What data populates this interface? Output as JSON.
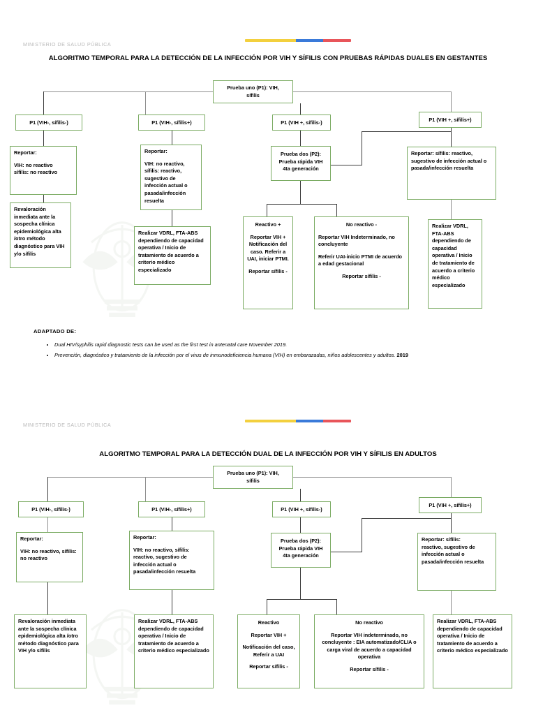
{
  "document": {
    "ministry_label": "MINISTERIO DE SALUD PÚBLICA",
    "flag_colors": {
      "yellow": "#f3d03e",
      "blue": "#3a7ad9",
      "red": "#e8555a"
    },
    "box_border_color": "#7aab62",
    "connector_color": "#3b3b3b"
  },
  "algorithm_1": {
    "title": "ALGORITMO TEMPORAL PARA LA DETECCIÓN  DE LA INFECCIÓN POR VIH Y SÍFILIS  CON PRUEBAS RÁPIDAS DUALES EN GESTANTES",
    "root": {
      "line1": "Prueba uno (P1): VIH,",
      "line2": "sífilis"
    },
    "branch_a": {
      "result": "P1 (VIH-, sífilis-)",
      "report_head": "Reportar:",
      "report_line1": "VIH: no reactivo",
      "report_line2": "sífilis: no reactivo",
      "action": "Revaloración inmediata ante la sospecha clínica epidemiológica alta /otro método diagnóstico para VIH y/o sífilis"
    },
    "branch_b": {
      "result": "P1 (VIH-, sífilis+)",
      "report_head": "Reportar:",
      "report_body": "VIH: no reactivo, sífilis: reactivo, sugestivo de infección actual o pasada/infección resuelta",
      "action": "Realizar VDRL, FTA-ABS dependiendo de capacidad operativa / Inicio de tratamiento de acuerdo a criterio médico especializado"
    },
    "branch_c": {
      "result": "P1 (VIH +, sífilis-)",
      "test2_line1": "Prueba dos (P2):",
      "test2_line2": "Prueba rápida VIH",
      "test2_line3": "4ta generación",
      "reactive": {
        "title": "Reactivo +",
        "body1": "Reportar  VIH + Notificación del caso. Referir a UAI, iniciar PTMI.",
        "body2": "Reportar sífilis -"
      },
      "nonreactive": {
        "title": "No reactivo -",
        "body1": "Reportar VIH Indeterminado, no concluyente",
        "body2": "Referir UAI-inicio PTMI de acuerdo a edad gestacional",
        "body3": "Reportar sífilis -"
      }
    },
    "branch_d": {
      "result": "P1 (VIH +, sífilis+)",
      "report": "Reportar: sífilis: reactivo, sugestivo de infección actual o pasada/infección resuelta",
      "action": "Realizar VDRL, FTA-ABS dependiendo de capacidad operativa / Inicio de tratamiento de acuerdo a criterio médico especializado"
    }
  },
  "sources": {
    "heading": "ADAPTADO DE:",
    "items": [
      "Dual HIV/syphilis rapid diagnostic tests can be used as the first test in antenatal care November 2019.",
      "Prevención, diagnóstico y tratamiento de la infección por el virus de inmunodeficiencia humana (VIH) en embarazadas, niños adolescentes y adultos. "
    ],
    "item2_year": "2019"
  },
  "algorithm_2": {
    "title": "ALGORITMO TEMPORAL PARA LA DETECCIÓN DUAL DE LA INFECCIÓN POR VIH Y SÍFILIS EN ADULTOS",
    "root": {
      "line1": "Prueba uno (P1): VIH,",
      "line2": "sífilis"
    },
    "branch_a": {
      "result": "P1 (VIH-, sífilis-)",
      "report_head": "Reportar:",
      "report_body": "VIH: no reactivo, sífilis: no reactivo",
      "action": "Revaloración inmediata ante la sospecha clínica epidemiológica alta /otro método diagnóstico para VIH y/o sífilis"
    },
    "branch_b": {
      "result": "P1 (VIH-, sífilis+)",
      "report_head": "Reportar:",
      "report_body": "VIH: no reactivo, sífilis: reactivo, sugestivo de infección actual o pasada/infección resuelta",
      "action": "Realizar VDRL, FTA-ABS dependiendo de capacidad operativa / Inicio de tratamiento de acuerdo a criterio médico especializado"
    },
    "branch_c": {
      "result": "P1 (VIH +, sífilis-)",
      "test2_line1": "Prueba dos (P2):",
      "test2_line2": "Prueba rápida VIH",
      "test2_line3": "4ta generación",
      "reactive": {
        "title": "Reactivo",
        "body1": "Reportar VIH +",
        "body2": "Notificación del caso, Referir a UAI",
        "body3": "Reportar sífilis -"
      },
      "nonreactive": {
        "title": "No reactivo",
        "body1": "Reportar VIH indeterminado,  no concluyente : EIA automatizado/CLIA o carga viral de acuerdo a capacidad operativa",
        "body2": "Reportar sífilis -"
      }
    },
    "branch_d": {
      "result": "P1 (VIH +, sífilis+)",
      "report_head": "Reportar: sífilis:",
      "report_body": "reactivo, sugestivo de infección actual o pasada/infección resuelta",
      "action": "Realizar VDRL, FTA-ABS dependiendo de capacidad operativa / Inicio de tratamiento de acuerdo a criterio médico especializado"
    }
  }
}
